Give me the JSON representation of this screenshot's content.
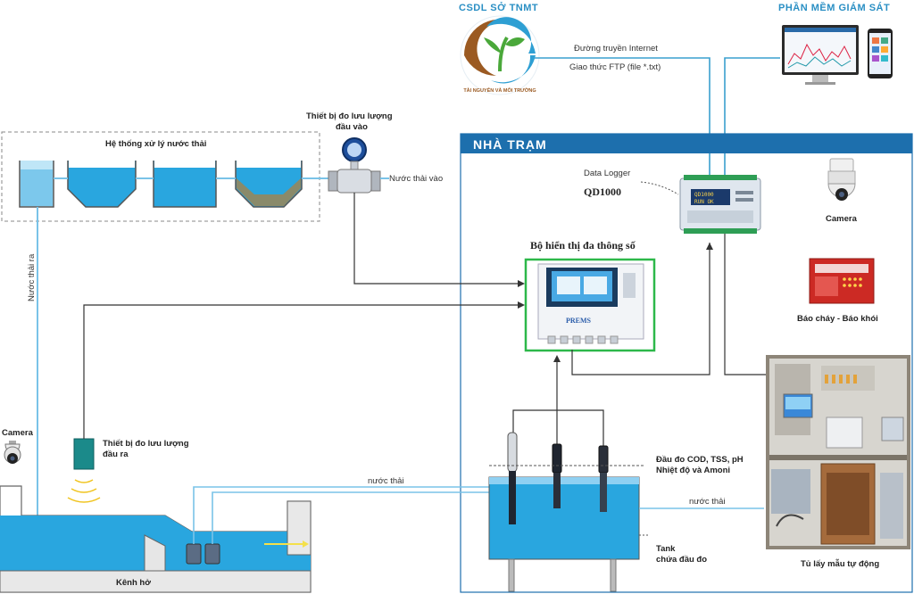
{
  "labels": {
    "csdl": "CSDL SỞ TNMT",
    "software": "PHẦN MỀM GIÁM SÁT",
    "internet": "Đường truyền Internet",
    "ftp": "Giao thức FTP (file *.txt)",
    "station": "NHÀ TRẠM",
    "datalogger": "Data Logger",
    "qd": "QD1000",
    "camera_station": "Camera",
    "camera_channel": "Camera",
    "display": "Bộ hiển thị đa thông số",
    "fire": "Báo cháy - Báo khói",
    "system": "Hệ thống xử lý nước thải",
    "flow_in_line1": "Thiết bị đo lưu lượng",
    "flow_in_line2": "đầu vào",
    "water_in": "Nước thải vào",
    "water_out": "Nước thải ra",
    "flow_out_line1": "Thiết bị đo lưu lượng",
    "flow_out_line2": "đầu ra",
    "wastewater_pipe": "nước thải",
    "wastewater_cabinet": "nước thải",
    "probe_line1": "Đầu đo COD, TSS, pH",
    "probe_line2": "Nhiệt độ và Amoni",
    "tank_line1": "Tank",
    "tank_line2": "chứa đầu đo",
    "open_channel": "Kênh hở",
    "sampler": "Tủ lấy mẫu tự động",
    "logo_text": "TÀI NGUYÊN VÀ MÔI TRƯỜNG",
    "display_brand": "PREMS",
    "logger_screen1": "QD1000",
    "logger_screen2": "RUN OK"
  },
  "colors": {
    "station_blue": "#1d6fad",
    "water": "#29a6df",
    "water_light": "#bfe6f7",
    "pipe": "#7ac3e8",
    "display_frame": "#2db84a",
    "fire_red": "#cc2a24"
  },
  "icons": [
    "logo-icon",
    "monitor-icon",
    "phone-icon",
    "datalogger-icon",
    "dome-camera-icon",
    "fire-panel-icon",
    "flowmeter-icon",
    "ultrasonic-sensor-icon",
    "pump-icon",
    "probe-icon",
    "cabinet-photo-icon",
    "arrow-icon"
  ]
}
